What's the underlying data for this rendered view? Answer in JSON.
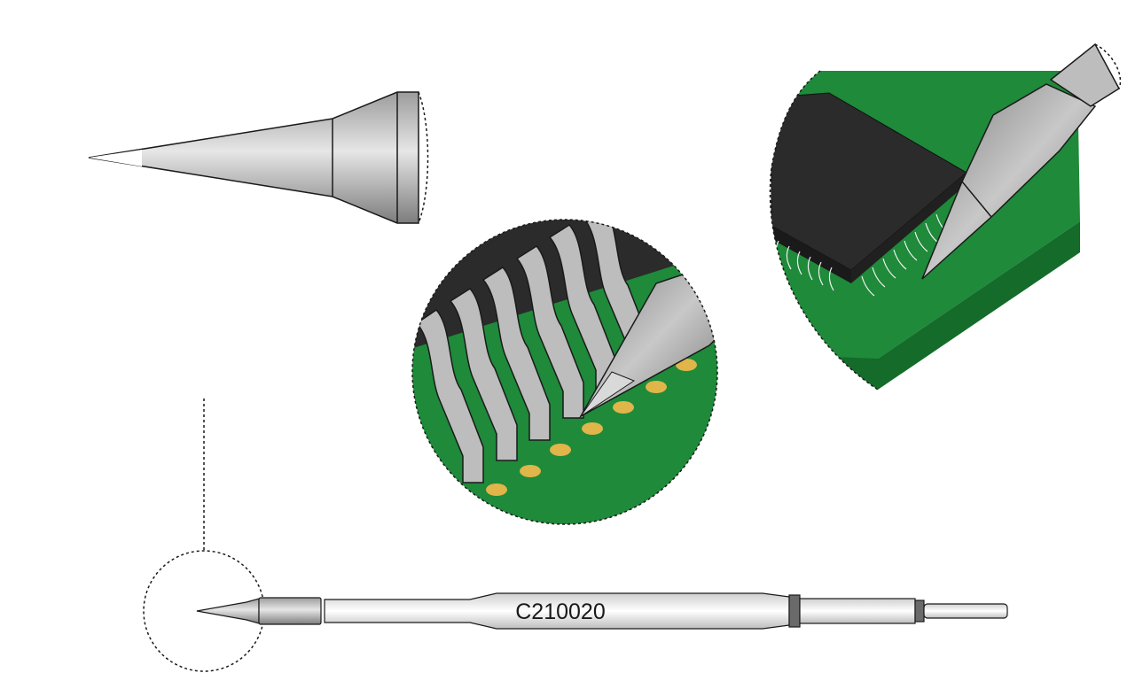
{
  "product": {
    "part_number": "C210020"
  },
  "colors": {
    "pcb_green": "#1e8a3a",
    "pcb_dark_green": "#146b2a",
    "pad_gold": "#e0b54a",
    "chip_black": "#2b2b2b",
    "metal_gray": "#9a9a9a",
    "outline": "#1a1a1a"
  },
  "views": [
    {
      "id": "tip-closeup",
      "icon": "conical-tip-icon"
    },
    {
      "id": "pins-magnified",
      "icon": "ic-pins-magnified-icon"
    },
    {
      "id": "ic-on-board",
      "icon": "ic-on-pcb-icon"
    },
    {
      "id": "cartridge-full",
      "icon": "soldering-cartridge-icon"
    }
  ]
}
